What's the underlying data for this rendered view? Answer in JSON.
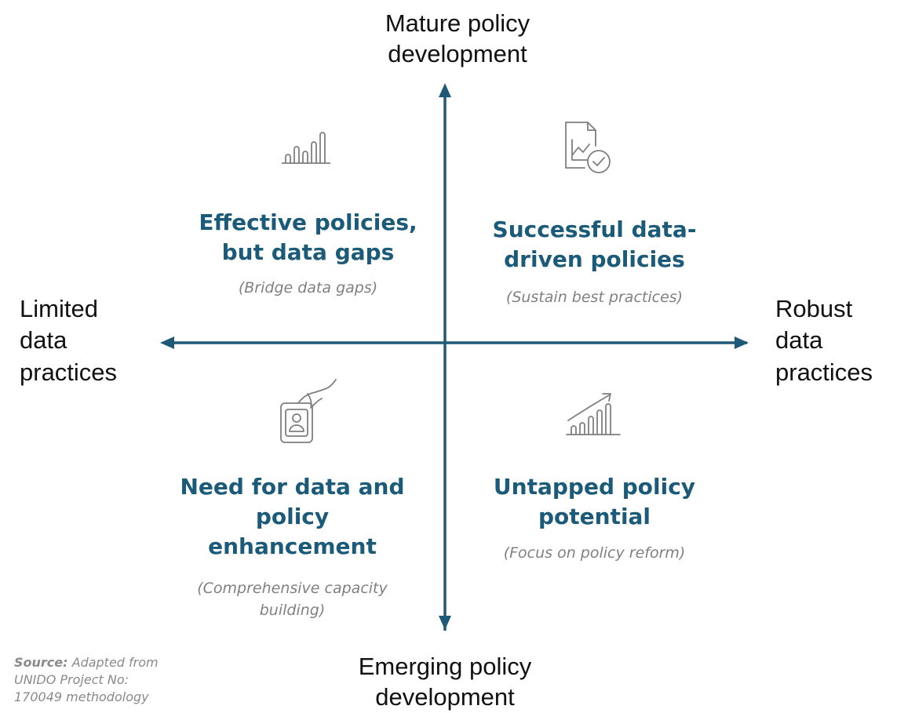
{
  "axes": {
    "top": [
      "Mature policy",
      "development"
    ],
    "bottom": [
      "Emerging policy",
      "development"
    ],
    "left": [
      "Limited",
      "data",
      "practices"
    ],
    "right": [
      "Robust",
      "data",
      "practices"
    ],
    "color": "#1e5a78"
  },
  "quadrants": {
    "top_left": {
      "title": [
        "Effective policies,",
        "but data gaps"
      ],
      "subtitle": [
        "(Bridge data gaps)"
      ],
      "icon": "bar-chart-icon"
    },
    "top_right": {
      "title": [
        "Successful data-",
        "driven policies"
      ],
      "subtitle": [
        "(Sustain best practices)"
      ],
      "icon": "chart-document-check-icon"
    },
    "bottom_left": {
      "title": [
        "Need for data and",
        "policy",
        "enhancement"
      ],
      "subtitle": [
        "(Comprehensive capacity",
        "building)"
      ],
      "icon": "hand-holding-id-card-icon"
    },
    "bottom_right": {
      "title": [
        "Untapped policy",
        "potential"
      ],
      "subtitle": [
        "(Focus on policy reform)"
      ],
      "icon": "growth-chart-icon"
    }
  },
  "source": {
    "label": "Source:",
    "text_line1": " Adapted from",
    "text_line2": "UNIDO Project No:",
    "text_line3": "170049 methodology"
  },
  "colors": {
    "title": "#1b5a78",
    "subtitle": "#808080",
    "icon": "#7f7f7f"
  }
}
